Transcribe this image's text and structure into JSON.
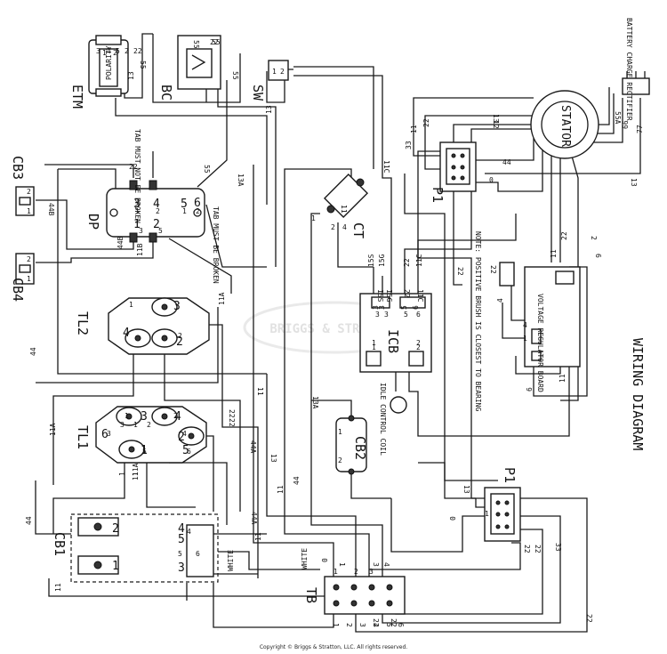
{
  "title": "WIRING DIAGRAM",
  "copyright": "Copyright © Briggs & Stratton, LLC. All rights reserved.",
  "watermark": "BRIGGS & STRATTON",
  "components": {
    "etm": "ETM",
    "bc": "BC",
    "sw": "SW",
    "cb3": "CB3",
    "cb4": "CB4",
    "dp": "DP",
    "ct": "CT",
    "tl2": "TL2",
    "tl1": "TL1",
    "icb": "ICB",
    "cb2": "CB2",
    "cb1": "CB1",
    "tb": "TB",
    "p1_top": "P1",
    "p1_bottom": "P1",
    "stator": "STATOR",
    "voltage_regulator": "VOLTAGE REGULATOR BOARD",
    "battery_charge_rectifier": "BATTERY CHARGE RECTIFIER",
    "idle_control_coil": "IDLE CONTROL COIL"
  },
  "notes": {
    "tab_not_broken": "TAB MUST NOT BE BROKEN",
    "tab_broken": "TAB MUST BE BROKEN",
    "brush_note": "NOTE: POSITIVE BRUSH IS CLOSEST TO BEARING",
    "white_1": "WHITE",
    "white_2": "WHITE",
    "polarity": "POLARITY"
  },
  "wire_labels": [
    "55",
    "13",
    "55",
    "55",
    "55",
    "13",
    "13A",
    "22",
    "44B",
    "44B",
    "11B",
    "11A",
    "11",
    "11C",
    "33",
    "22",
    "11",
    "12",
    "13",
    "44",
    "0",
    "55A",
    "66",
    "77",
    "13",
    "22",
    "11",
    "2",
    "6",
    "22",
    "22",
    "11",
    "4",
    "6",
    "15S",
    "15G",
    "22",
    "11C",
    "3",
    "3",
    "5",
    "6",
    "1",
    "2",
    "13A",
    "22",
    "11",
    "13",
    "11",
    "44",
    "44A",
    "44",
    "11A",
    "22",
    "1",
    "11",
    "11A",
    "0",
    "0",
    "13",
    "1",
    "33",
    "22",
    "22",
    "1",
    "3",
    "4",
    "11",
    "44",
    "11",
    "22",
    "44A",
    "1",
    "2",
    "3",
    "4",
    "5",
    "6",
    "1",
    "2",
    "3",
    "4",
    "5",
    "6",
    "1",
    "2",
    "3",
    "4",
    "5",
    "6",
    "1",
    "2",
    "1",
    "2",
    "3",
    "5",
    "1",
    "2",
    "3",
    "4",
    "5",
    "2",
    "22",
    "22",
    "22",
    "22"
  ]
}
